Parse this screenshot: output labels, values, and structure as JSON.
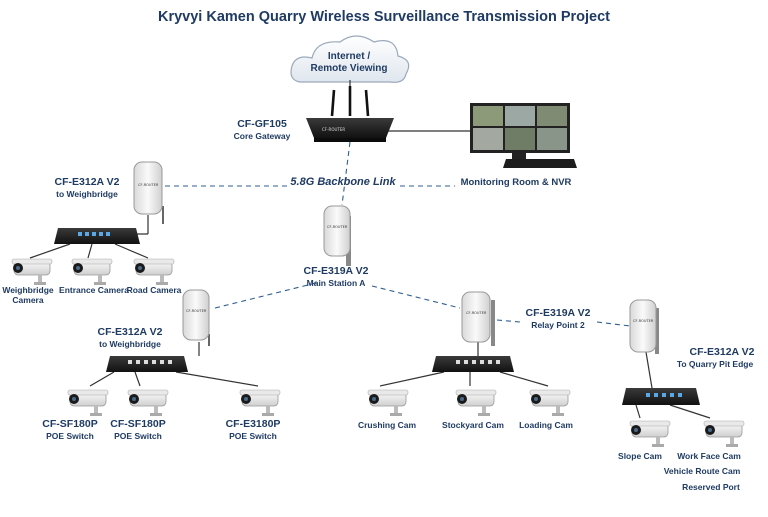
{
  "title": "Kryvyi Kamen Quarry Wireless Surveillance Transmission Project",
  "cloud": {
    "line1": "Internet /",
    "line2": "Remote Viewing"
  },
  "gateway": {
    "model": "CF-GF105",
    "desc": "Core Gateway"
  },
  "monitoring": {
    "label": "Monitoring Room & NVR"
  },
  "backbone": {
    "label": "5.8G Backbone Link"
  },
  "main_station": {
    "model": "CF-E319A V2",
    "desc": "Main Station A"
  },
  "relay": {
    "model": "CF-E319A V2",
    "desc": "Relay Point 2"
  },
  "top_left_cpe": {
    "model": "CF-E312A V2",
    "desc": "to Weighbridge"
  },
  "mid_left_cpe": {
    "model": "CF-E312A V2",
    "desc": "to Weighbridge"
  },
  "right_cpe": {
    "model": "CF-E312A V2",
    "desc": "To Quarry Pit Edge"
  },
  "weighbridge_cams": [
    "Weighbridge\nCamera",
    "Entrance Camera",
    "Road Camera"
  ],
  "left_cams": [
    {
      "model": "CF-SF180P",
      "desc": "POE Switch"
    },
    {
      "model": "CF-SF180P",
      "desc": "POE Switch"
    },
    {
      "model": "CF-E3180P",
      "desc": "POE Switch"
    }
  ],
  "relay_cams": [
    "Crushing Cam",
    "Stockyard Cam",
    "Loading Cam"
  ],
  "pit_cams": [
    "Slope Cam",
    "Work Face Cam"
  ],
  "pit_notes": [
    "Vehicle Route Cam",
    "Reserved Port"
  ],
  "brand_tag": "CF-ROUTER",
  "colors": {
    "text": "#1f3b63",
    "link": "#2f5f91",
    "device": "#2a2a2a",
    "cpe": "#f1f1f1"
  }
}
